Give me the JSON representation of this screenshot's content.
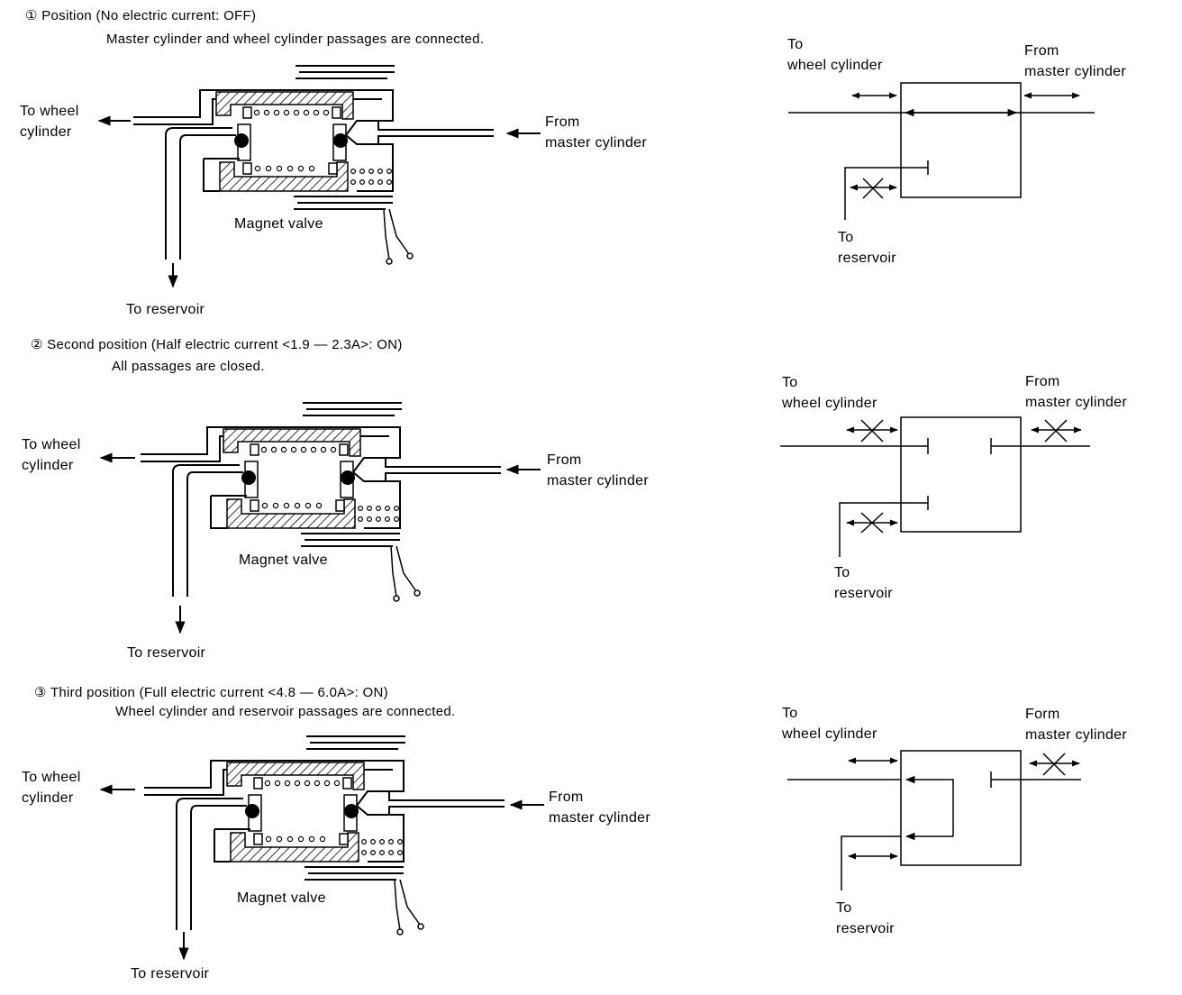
{
  "sections": [
    {
      "title": "① Position (No electric current: OFF)",
      "subtitle": "Master cylinder and wheel cylinder passages are connected.",
      "valve": {
        "to_wheel": "To wheel\ncylinder",
        "from_master": "From\nmaster cylinder",
        "magnet_valve": "Magnet valve",
        "to_reservoir": "To reservoir"
      },
      "schematic": {
        "to_wheel": "To\nwheel cylinder",
        "from_master": "From\nmaster cylinder",
        "to_reservoir": "To\nreservoir"
      }
    },
    {
      "title": "② Second position (Half electric current <1.9 — 2.3A>: ON)",
      "subtitle": "All passages are closed.",
      "valve": {
        "to_wheel": "To wheel\ncylinder",
        "from_master": "From\nmaster cylinder",
        "magnet_valve": "Magnet valve",
        "to_reservoir": "To reservoir"
      },
      "schematic": {
        "to_wheel": "To\nwheel cylinder",
        "from_master": "From\nmaster cylinder",
        "to_reservoir": "To\nreservoir"
      }
    },
    {
      "title": "③ Third position (Full electric current <4.8 — 6.0A>: ON)",
      "subtitle": "Wheel cylinder and reservoir passages are connected.",
      "valve": {
        "to_wheel": "To wheel\ncylinder",
        "from_master": "From\nmaster cylinder",
        "magnet_valve": "Magnet valve",
        "to_reservoir": "To reservoir"
      },
      "schematic": {
        "to_wheel": "To\nwheel cylinder",
        "from_master": "Form\nmaster cylinder",
        "to_reservoir": "To\nreservoir"
      }
    }
  ]
}
